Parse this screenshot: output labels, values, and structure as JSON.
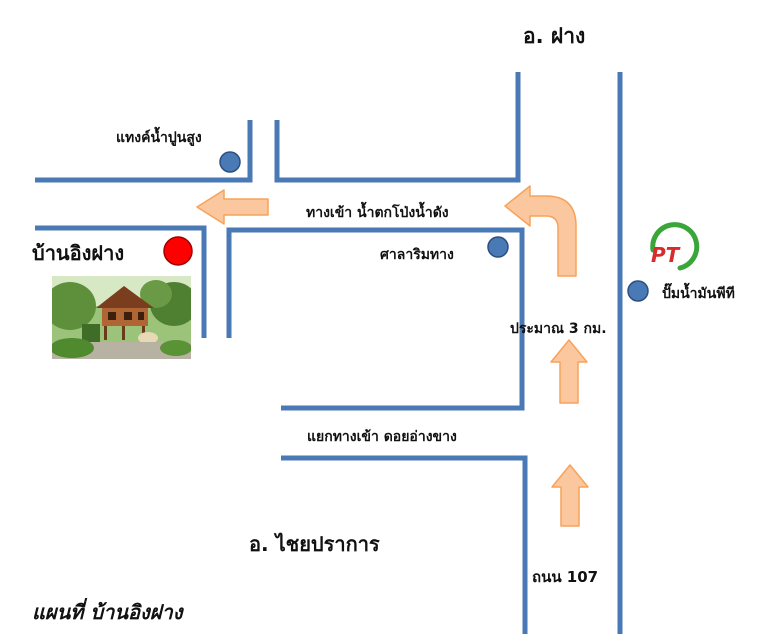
{
  "labels": {
    "north_district": "อ. ฝาง",
    "south_district": "อ. ไชยปราการ",
    "reservoir": "แทงค์น้ำปูนสูง",
    "home": "บ้านอิงฝาง",
    "waterfall_entrance": "ทางเข้า น้ำตกโป่งน้ำดัง",
    "pavilion": "ศาลาริมทาง",
    "gas_station": "ปั๊มน้ำมันพีที",
    "distance": "ประมาณ 3 กม.",
    "doi_angkhang_junction": "แยกทางเข้า ดอยอ่างขาง",
    "road": "ถนน 107",
    "map_title": "แผนที่ บ้านอิงฝาง",
    "pt_logo": "PT"
  },
  "colors": {
    "road": "#4a7ab5",
    "arrow_fill": "#fbc79f",
    "arrow_stroke": "#f7a25a",
    "marker_blue": "#4a7ab5",
    "marker_red": "#ff0000",
    "pt_green": "#3aa63a",
    "pt_red": "#d92b2b"
  },
  "icons": {
    "home_marker": "red-dot",
    "poi_marker": "blue-dot",
    "photo": "house-photo",
    "logo": "pt-logo"
  }
}
